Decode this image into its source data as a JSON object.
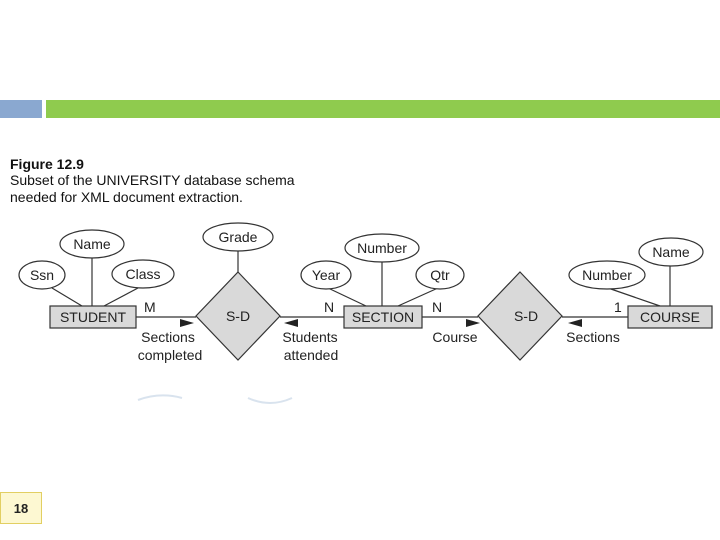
{
  "slide": {
    "page_number": "18",
    "accent_colors": {
      "blue_bar": "#8aa8d0",
      "green_bar": "#8fcb4e"
    }
  },
  "figure": {
    "title": "Figure 12.9",
    "caption_lines": [
      "Subset of the UNIVERSITY database schema",
      "needed for XML document extraction."
    ]
  },
  "er": {
    "entities": {
      "student": "STUDENT",
      "section": "SECTION",
      "course": "COURSE"
    },
    "relationships": {
      "sd_left": "S-D",
      "sd_right": "S-D"
    },
    "attributes": {
      "student_name": "Name",
      "student_ssn": "Ssn",
      "student_class": "Class",
      "grade": "Grade",
      "section_number": "Number",
      "section_year": "Year",
      "section_qtr": "Qtr",
      "course_number": "Number",
      "course_name": "Name"
    },
    "cardinalities": {
      "student_side": "M",
      "section_left": "N",
      "section_right": "N",
      "course_side": "1"
    },
    "role_labels": {
      "sections_completed": [
        "Sections",
        "completed"
      ],
      "students_attended": [
        "Students",
        "attended"
      ],
      "course": "Course",
      "sections": "Sections"
    }
  }
}
